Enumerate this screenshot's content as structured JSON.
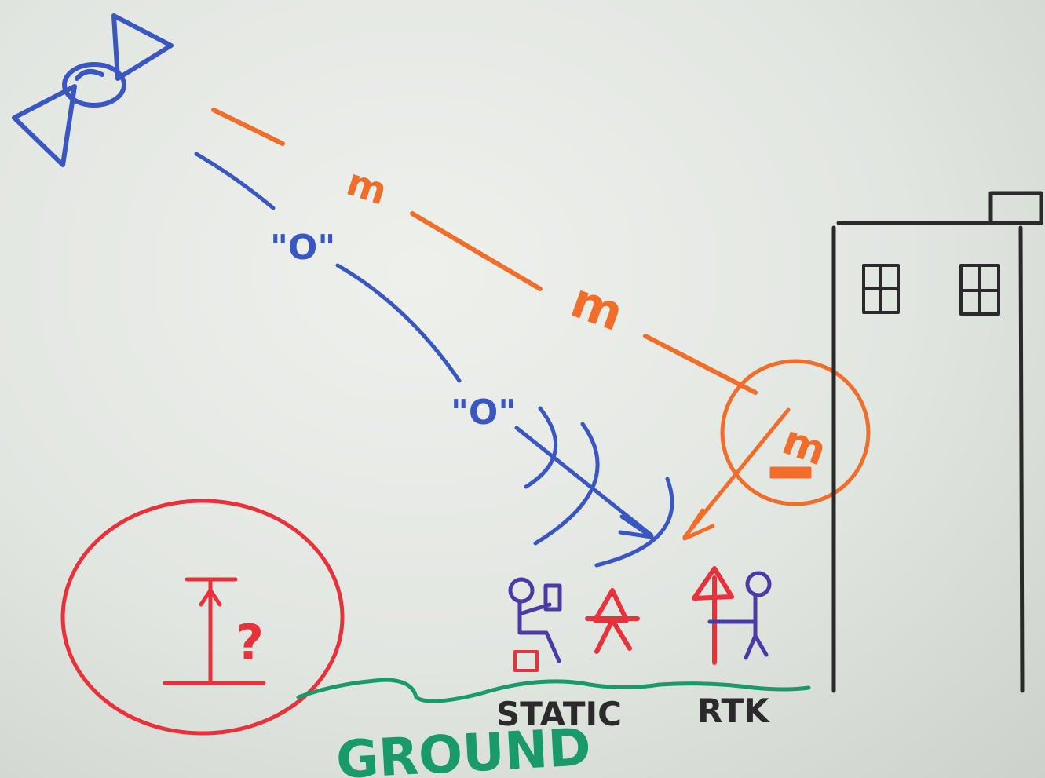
{
  "labels": {
    "orange_symbol": "m",
    "blue_symbol": "\"O\"",
    "question": "?",
    "static": "STATIC",
    "rtk": "RTK",
    "ground": "GROUND"
  },
  "colors": {
    "orange": "#f06d2a",
    "blue": "#3a56c0",
    "red": "#e8313b",
    "green": "#1a9a6a",
    "black": "#2a2a2a",
    "purple": "#4a3aa8"
  }
}
